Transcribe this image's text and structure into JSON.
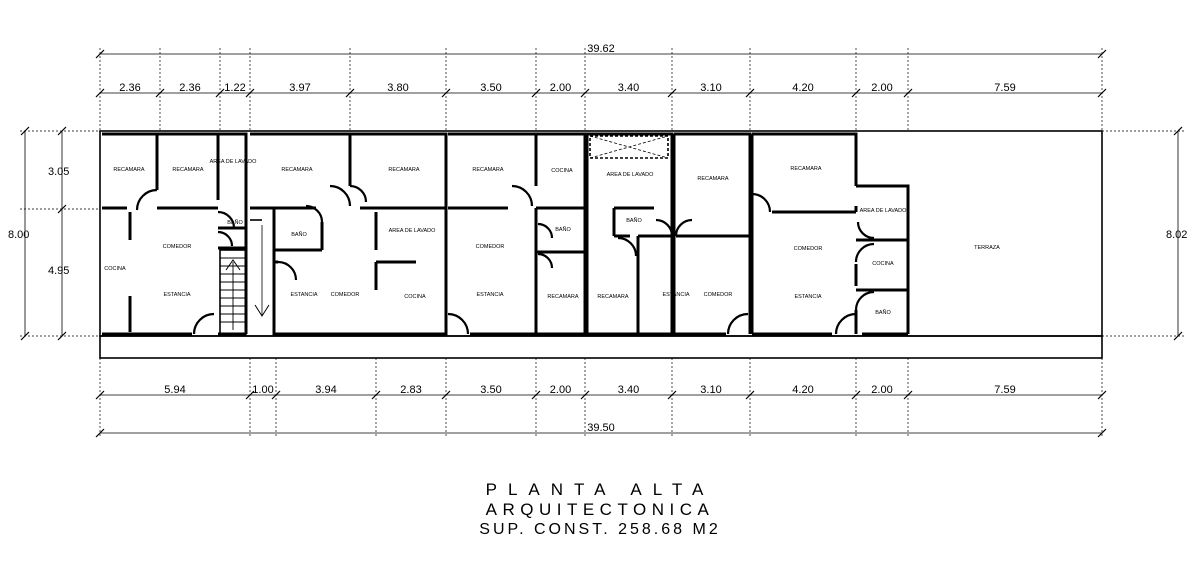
{
  "top_total": "39.62",
  "bottom_total": "39.50",
  "top_dims": [
    "2.36",
    "2.36",
    "1.22",
    "3.97",
    "3.80",
    "3.50",
    "2.00",
    "3.40",
    "3.10",
    "4.20",
    "2.00",
    "7.59"
  ],
  "bottom_dims": [
    "5.94",
    "1.00",
    "3.94",
    "2.83",
    "3.50",
    "2.00",
    "3.40",
    "3.10",
    "4.20",
    "2.00",
    "7.59"
  ],
  "left_dims": {
    "total": "8.00",
    "upper": "3.05",
    "lower": "4.95"
  },
  "right_dims": {
    "total": "8.02"
  },
  "rooms": [
    "RECAMARA",
    "RECAMARA",
    "AREA DE LAVADO",
    "BAÑO",
    "COMEDOR",
    "COCINA",
    "ESTANCIA",
    "RECAMARA",
    "RECAMARA",
    "BAÑO",
    "AREA DE LAVADO",
    "ESTANCIA",
    "COMEDOR",
    "COCINA",
    "RECAMARA",
    "COCINA",
    "COMEDOR",
    "BAÑO",
    "ESTANCIA",
    "RECAMARA",
    "AREA DE LAVADO",
    "RECAMARA",
    "BAÑO",
    "RECAMARA",
    "ESTANCIA",
    "COMEDOR",
    "RECAMARA",
    "AREA DE LAVADO",
    "COMEDOR",
    "COCINA",
    "ESTANCIA",
    "BAÑO",
    "TERRAZA"
  ],
  "title": {
    "line1": "PLANTA ALTA",
    "line2": "ARQUITECTONICA",
    "line3": "SUP. CONST. 258.68 M2"
  }
}
